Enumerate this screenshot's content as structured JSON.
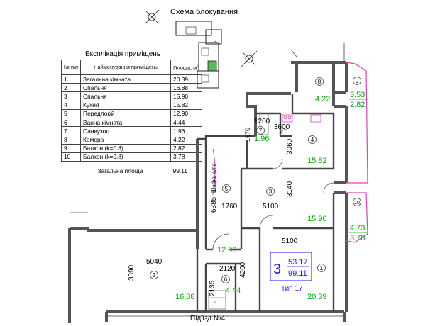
{
  "schema": {
    "title": "Схема блокування"
  },
  "explication": {
    "title": "Експлікація приміщень",
    "headers": {
      "num": "№ п/п",
      "name": "Найменування приміщень",
      "area": "Площа, м",
      "area_sup": "2"
    },
    "rows": [
      {
        "num": "1",
        "name": "Загальна кімната",
        "area": "20.39"
      },
      {
        "num": "2",
        "name": "Спальня",
        "area": "16.88"
      },
      {
        "num": "3",
        "name": "Спальня",
        "area": "15.90"
      },
      {
        "num": "4",
        "name": "Кухня",
        "area": "15.82"
      },
      {
        "num": "5",
        "name": "Передлокій",
        "area": "12.90"
      },
      {
        "num": "6",
        "name": "Ванна кімната",
        "area": "4.44"
      },
      {
        "num": "7",
        "name": "Санвузол",
        "area": "1.96"
      },
      {
        "num": "8",
        "name": "Комора",
        "area": "4.22"
      },
      {
        "num": "9",
        "name": "Балкон  (k=0.8)",
        "area": "2.82"
      },
      {
        "num": "10",
        "name": "Балкон  (k=0.8)",
        "area": "3.78"
      }
    ],
    "total": {
      "label": "Загальна площа",
      "value": "99.11"
    }
  },
  "plan": {
    "rooms": [
      {
        "id": "1",
        "area": "20.39"
      },
      {
        "id": "2",
        "area": "16.88"
      },
      {
        "id": "3",
        "area": "15.90"
      },
      {
        "id": "4",
        "area": "15.82"
      },
      {
        "id": "5",
        "area": "12.90"
      },
      {
        "id": "6",
        "area": "4.44"
      },
      {
        "id": "7",
        "area": "1.96"
      },
      {
        "id": "8",
        "area": "4.22"
      },
      {
        "id": "9",
        "area_a": "3.53",
        "area_b": "2.82"
      },
      {
        "id": "10",
        "area_a": "4.73",
        "area_b": "3.78"
      }
    ],
    "dims": [
      "1200",
      "1670",
      "3600",
      "3060",
      "3140",
      "6385",
      "1760",
      "5100",
      "5100",
      "5040",
      "3390",
      "2120",
      "4200",
      "2135"
    ],
    "closet_label": "Шафа-купе",
    "apartment": {
      "rooms_count": "3",
      "living_area": "53.17",
      "total_area": "99.11",
      "type": "Тип 17"
    },
    "entrance": "Під'їзд  №4"
  },
  "colors": {
    "green": "#00aa00",
    "magenta": "#e040c0",
    "blue": "#1a1aff",
    "wall": "#555555"
  }
}
